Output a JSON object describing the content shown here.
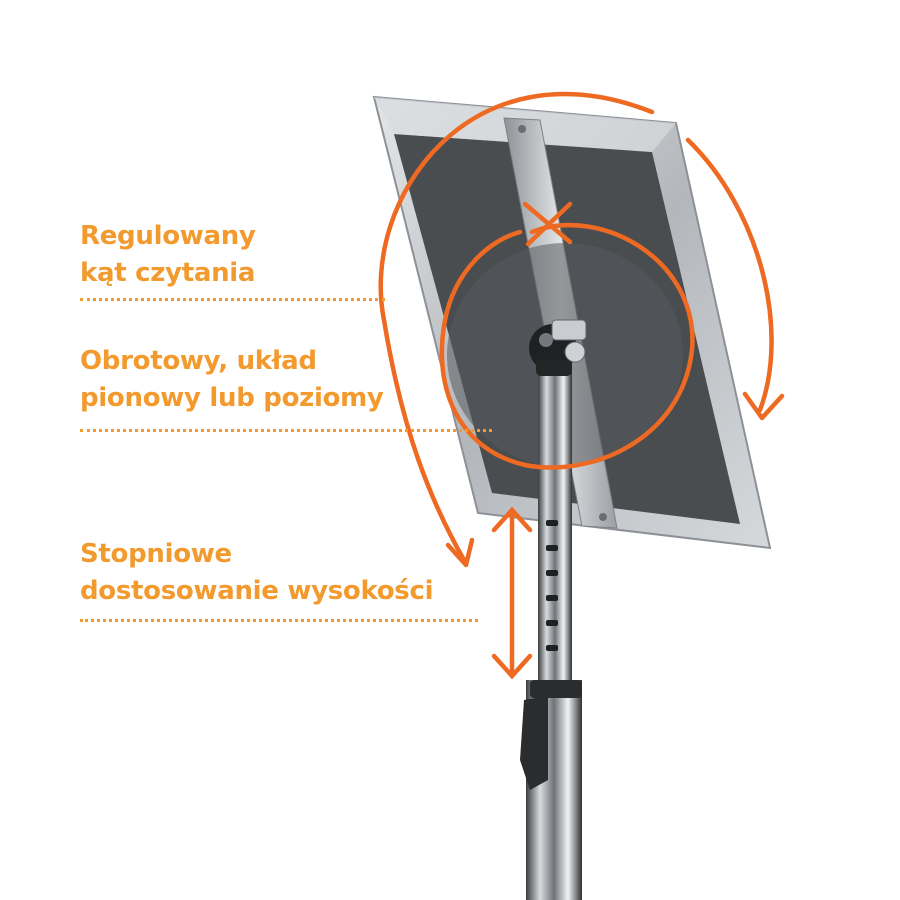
{
  "features": [
    {
      "line1": "Regulowany",
      "line2": "kąt czytania"
    },
    {
      "line1": "Obrotowy, układ",
      "line2": "pionowy lub poziomy"
    },
    {
      "line1": "Stopniowe",
      "line2": "dostosowanie wysokości"
    }
  ],
  "colors": {
    "accent": "#f29a2e",
    "arrow": "#ee6a22",
    "frame": "#c7cacd",
    "panel": "#4a4d50",
    "chrome": "#9ea3a8"
  }
}
